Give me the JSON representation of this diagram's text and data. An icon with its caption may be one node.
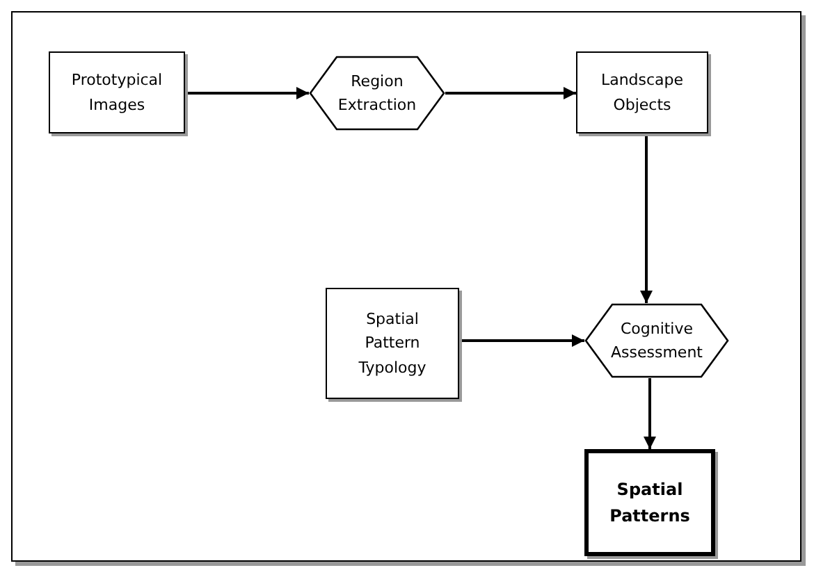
{
  "diagram": {
    "nodes": [
      {
        "text": [
          "Prototypical Images"
        ]
      },
      {
        "text": [
          "Region Extraction"
        ]
      },
      {
        "text": [
          "Landscape Objects"
        ]
      },
      {
        "text": [
          "Spatial Pattern Typology"
        ]
      },
      {
        "text": [
          "Cognitive Assessment"
        ]
      },
      {
        "text": [
          "Spatial Patterns"
        ]
      }
    ],
    "edges": [
      {
        "from": 0,
        "to": 1,
        "arrow": "to"
      },
      {
        "from": 1,
        "to": 2,
        "arrow": "to"
      },
      {
        "from": 2,
        "to": 4,
        "arrow": "to"
      },
      {
        "from": 3,
        "to": 4,
        "arrow": "to"
      },
      {
        "from": 4,
        "to": 5,
        "arrow": "to"
      }
    ]
  }
}
